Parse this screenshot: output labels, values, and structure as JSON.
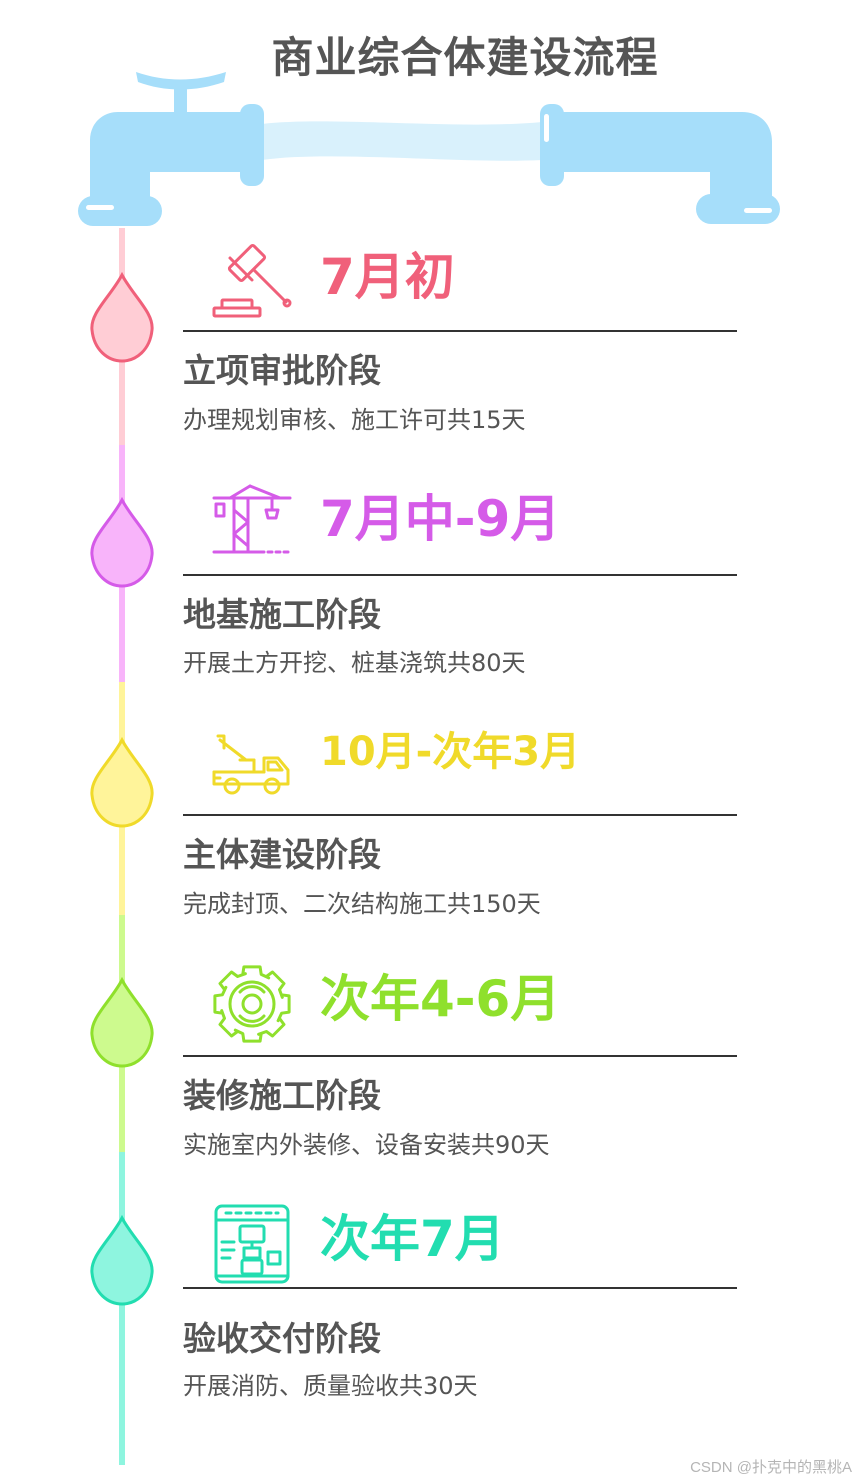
{
  "title": "商业综合体建设流程",
  "stages": [
    {
      "date": "7月初",
      "name": "立项审批阶段",
      "desc": "办理规划审核、施工许可共15天",
      "icon": "gavel-icon",
      "color": "#F0607A",
      "fill": "#FFCDD5"
    },
    {
      "date": "7月中-9月",
      "name": "地基施工阶段",
      "desc": "开展土方开挖、桩基浇筑共80天",
      "icon": "crane-icon",
      "color": "#D55BE8",
      "fill": "#F8B4FA"
    },
    {
      "date": "10月-次年3月",
      "name": "主体建设阶段",
      "desc": "完成封顶、二次结构施工共150天",
      "icon": "tow-truck-icon",
      "color": "#F0DA2A",
      "fill": "#FFF49A"
    },
    {
      "date": "次年4-6月",
      "name": "装修施工阶段",
      "desc": "实施室内外装修、设备安装共90天",
      "icon": "gear-icon",
      "color": "#8FE02C",
      "fill": "#CDFA8E"
    },
    {
      "date": "次年7月",
      "name": "验收交付阶段",
      "desc": "开展消防、质量验收共30天",
      "icon": "inspection-station-icon",
      "color": "#22DDB0",
      "fill": "#8EF5DF"
    }
  ],
  "faucet_color": "#A6DEFA",
  "water_color": "#D5F0FC",
  "watermark": "CSDN @扑克中的黑桃A"
}
